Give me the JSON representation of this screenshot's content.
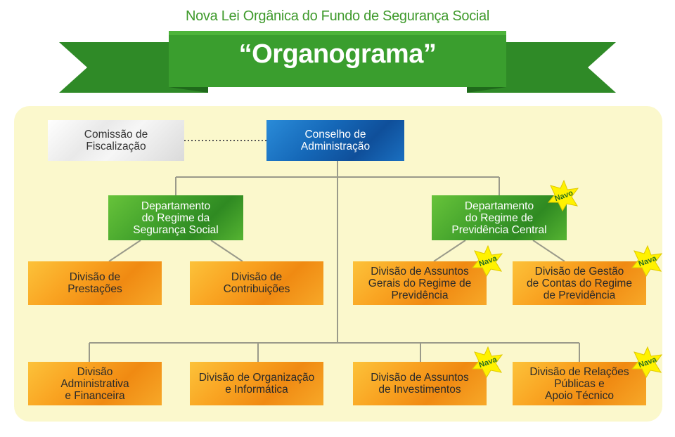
{
  "header": {
    "subtitle": "Nova Lei Orgânica do Fundo de Segurança Social",
    "title": "“Organograma”"
  },
  "colors": {
    "banner_green": "#3a9e2e",
    "panel": "#fbf8cc",
    "department_green": "#3e9e2a",
    "division_orange": "#f7a224",
    "council_blue": "#1a6cbf",
    "badge_yellow": "#fff200"
  },
  "chart": {
    "comissao": "Comissão de\nFiscalização",
    "conselho": "Conselho de\nAdministração",
    "dept_seguranca": "Departamento\ndo Regime da\nSegurança Social",
    "dept_previdencia": "Departamento\ndo Regime de\nPrevidência Central",
    "div_prestacoes": "Divisão de\nPrestações",
    "div_contribuicoes": "Divisão de\nContribuições",
    "div_assuntos_gerais": "Divisão de Assuntos\nGerais do Regime de\nPrevidência",
    "div_gestao_contas": "Divisão de Gestão\nde Contas do Regime\nde Previdência",
    "div_administrativa": "Divisão\nAdministrativa\ne Financeira",
    "div_organizacao": "Divisão de Organização\ne Informática",
    "div_investimentos": "Divisão de Assuntos\nde Investimentos",
    "div_relacoes": "Divisão de Relações\nPúblicas e\nApoio Técnico"
  },
  "badges": {
    "navo": "Navo",
    "nava": "Nava"
  }
}
